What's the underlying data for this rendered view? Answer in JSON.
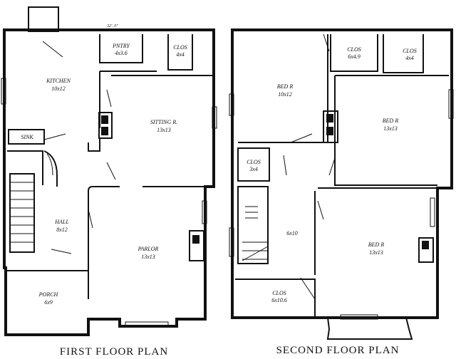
{
  "captions": {
    "first": "FIRST FLOOR PLAN",
    "second": "SECOND FLOOR PLAN"
  },
  "first_floor": {
    "overall_width": "32'. 0\"",
    "rooms": {
      "pantry": "PNTRY",
      "pantry_size": "4x3.6",
      "clos": "CLOS",
      "clos_size": "4x4",
      "kitchen": "KITCHEN",
      "kitchen_size": "10x12",
      "sitting": "SITTING R.",
      "sitting_size": "13x13",
      "sink": "SINK",
      "hall": "HALL",
      "hall_size": "8x12",
      "parlor": "PARLOR",
      "parlor_size": "13x13",
      "porch": "PORCH",
      "porch_size": "6x9"
    }
  },
  "second_floor": {
    "rooms": {
      "bed1": "BED R",
      "bed1_size": "10x12",
      "clos1": "CLOS",
      "clos1_size": "6x4.9",
      "clos2": "CLOS",
      "clos2_size": "4x4",
      "bed2": "BED R",
      "bed2_size": "13x13",
      "clos3": "CLOS",
      "clos3_size": "3x4",
      "hall_size": "6x10",
      "bed3": "BED R",
      "bed3_size": "13x13",
      "clos4": "CLOS",
      "clos4_size": "6x10.6"
    }
  }
}
